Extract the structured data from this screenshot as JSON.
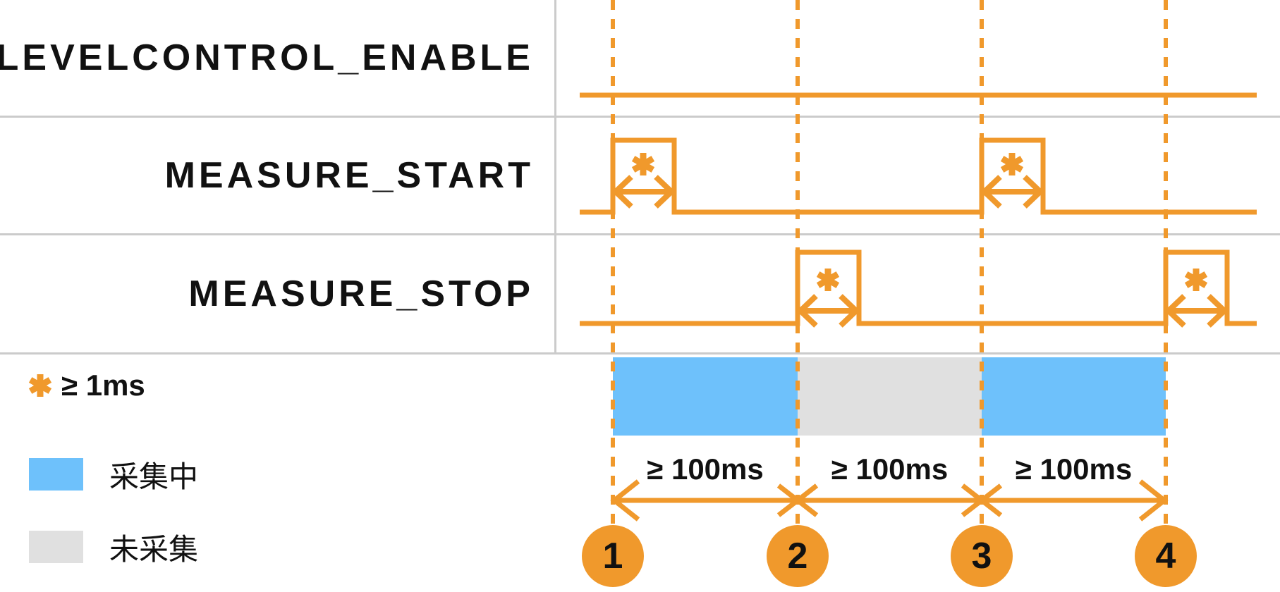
{
  "colors": {
    "accent": "#F0992C",
    "collecting": "#6EC1FB",
    "idle": "#E0E0E0",
    "divider": "#CBCBCB",
    "text": "#111111"
  },
  "signals": [
    {
      "label": "LEVELCONTROL_ENABLE"
    },
    {
      "label": "MEASURE_START"
    },
    {
      "label": "MEASURE_STOP"
    }
  ],
  "pulse_note": {
    "symbol": "✱",
    "text": "≥ 1ms"
  },
  "intervals": [
    {
      "label": "≥ 100ms"
    },
    {
      "label": "≥ 100ms"
    },
    {
      "label": "≥ 100ms"
    }
  ],
  "markers": [
    {
      "label": "1"
    },
    {
      "label": "2"
    },
    {
      "label": "3"
    },
    {
      "label": "4"
    }
  ],
  "legend": [
    {
      "swatch": "blue",
      "label": "采集中"
    },
    {
      "swatch": "gray",
      "label": "未采集"
    }
  ],
  "diagram": {
    "type": "timing",
    "events": [
      {
        "marker": "1",
        "signal": "MEASURE_START",
        "event": "pulse"
      },
      {
        "marker": "2",
        "signal": "MEASURE_STOP",
        "event": "pulse"
      },
      {
        "marker": "3",
        "signal": "MEASURE_START",
        "event": "pulse"
      },
      {
        "marker": "4",
        "signal": "MEASURE_STOP",
        "event": "pulse"
      }
    ],
    "acquisition_timeline": [
      {
        "from": "1",
        "to": "2",
        "state": "采集中"
      },
      {
        "from": "2",
        "to": "3",
        "state": "未采集"
      },
      {
        "from": "3",
        "to": "4",
        "state": "采集中"
      }
    ],
    "constraints": {
      "pulse_width": "≥ 1ms",
      "marker_interval": "≥ 100ms"
    },
    "levelcontrol_enable_state": "high"
  }
}
